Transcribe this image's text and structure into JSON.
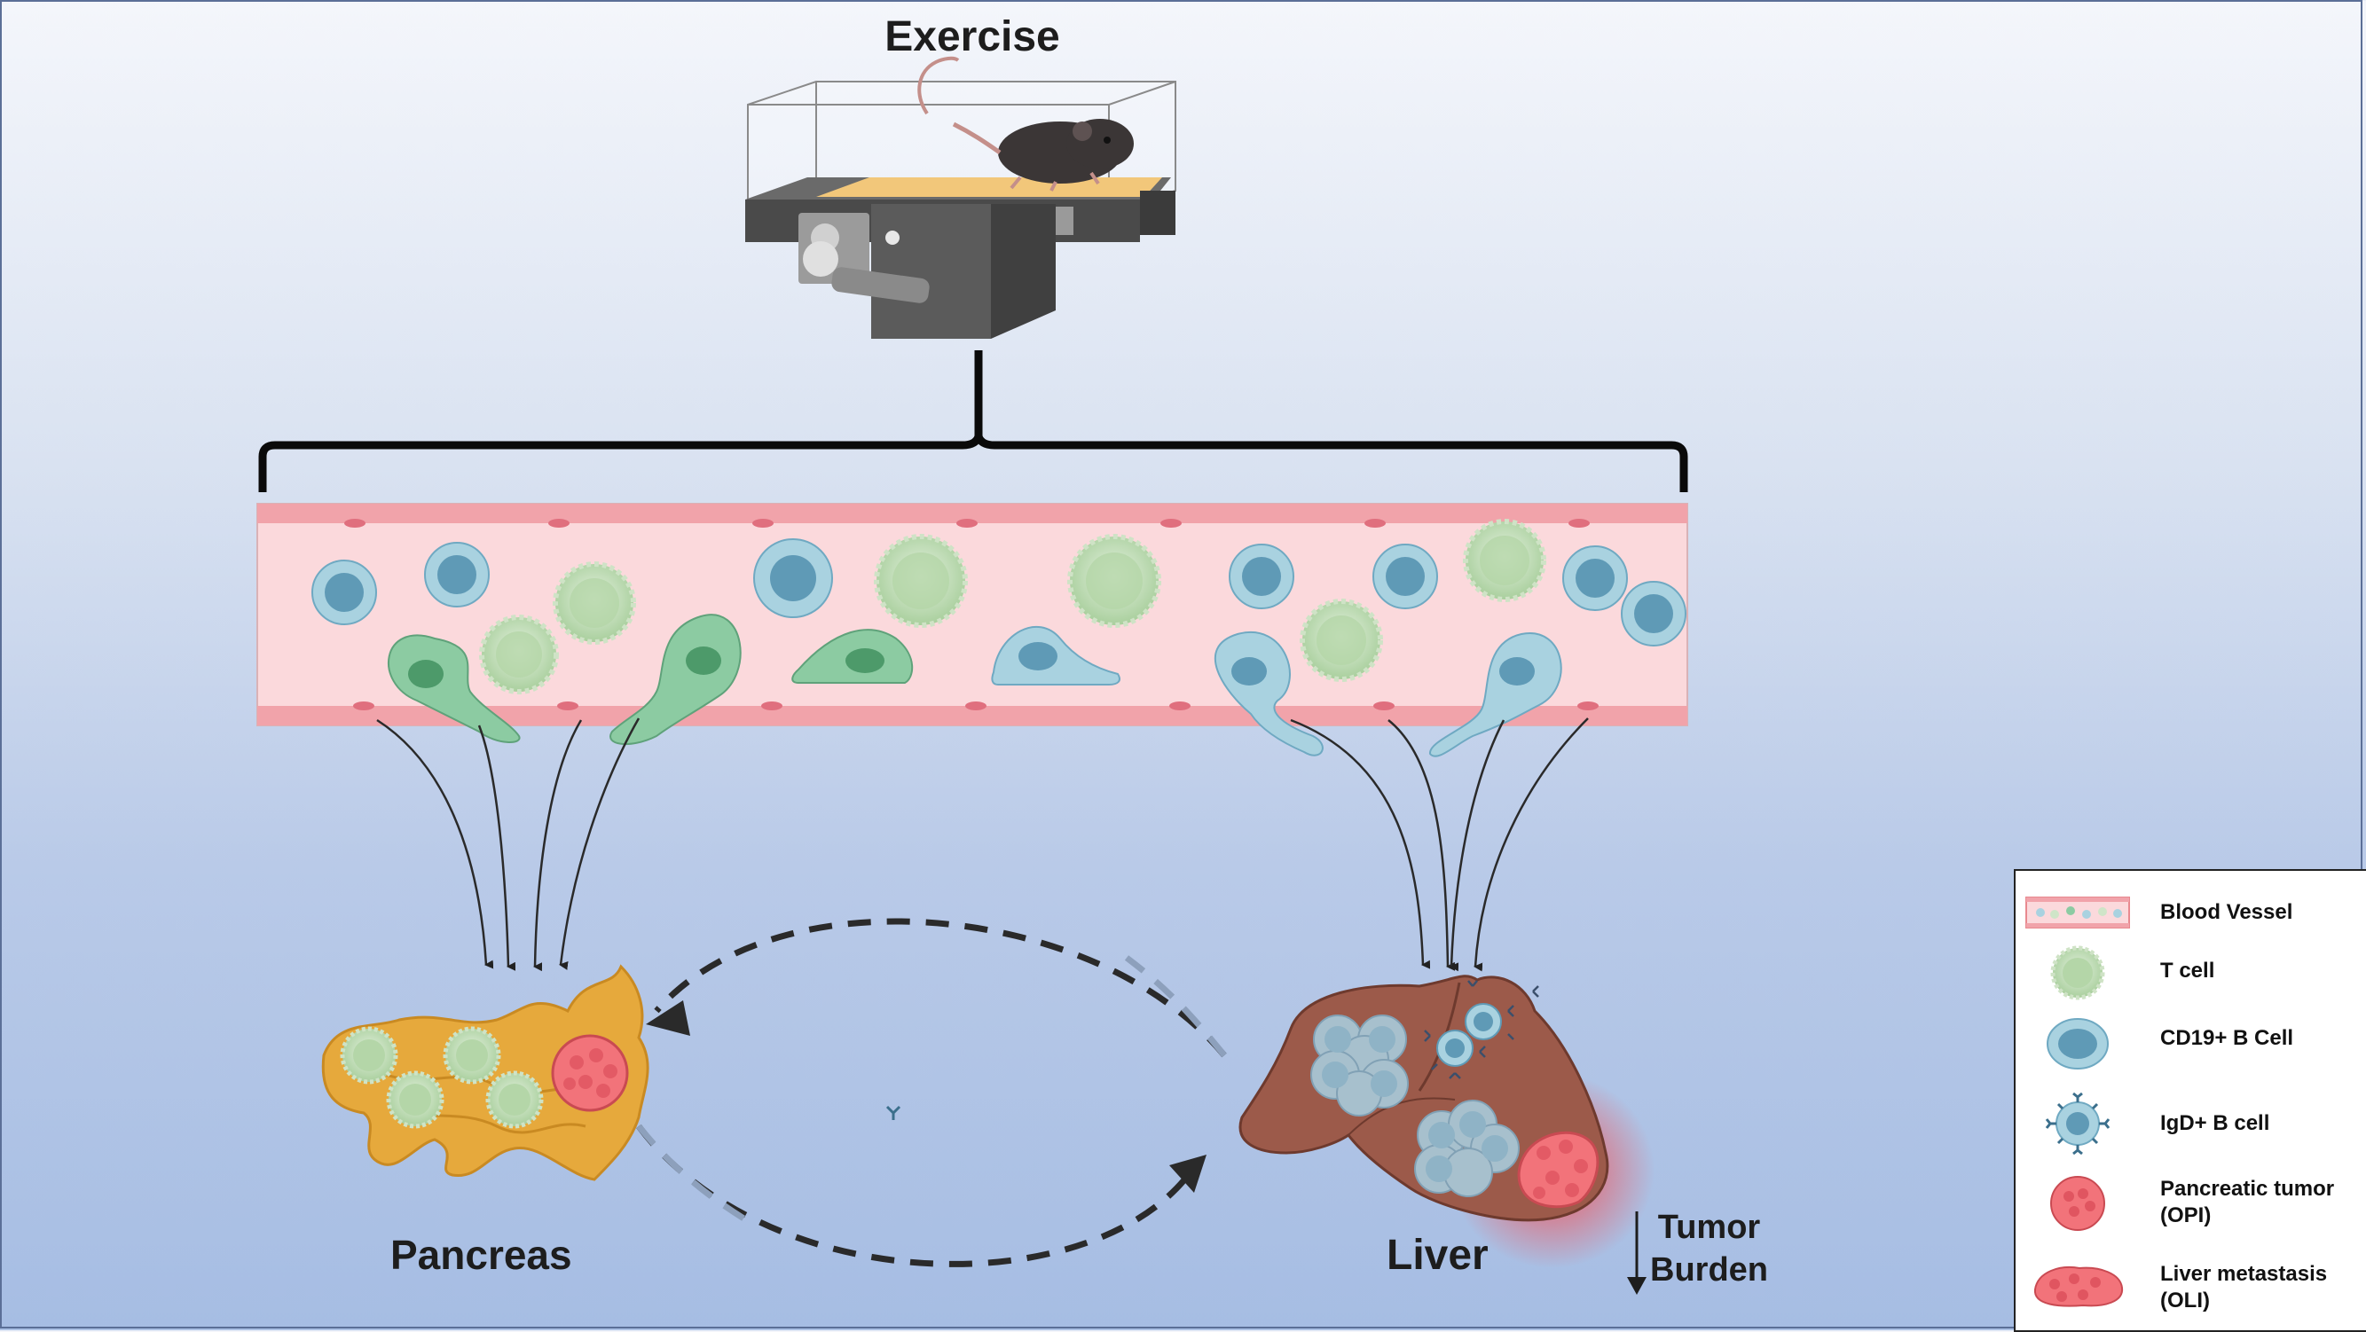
{
  "title": "Exercise",
  "organs": {
    "pancreas": "Pancreas",
    "liver": "Liver"
  },
  "outcome": {
    "line1": "Tumor",
    "line2": "Burden"
  },
  "legend": {
    "items": [
      {
        "label": "Blood Vessel",
        "icon": "blood-vessel-icon"
      },
      {
        "label": "T cell",
        "icon": "t-cell-icon"
      },
      {
        "label": "CD19+ B Cell",
        "icon": "cd19-b-cell-icon"
      },
      {
        "label": "IgD+ B cell",
        "icon": "igd-b-cell-icon"
      },
      {
        "label": "Pancreatic tumor\n(OPI)",
        "icon": "pancreatic-tumor-icon"
      },
      {
        "label": "Liver metastasis\n(OLI)",
        "icon": "liver-metastasis-icon"
      }
    ]
  },
  "colors": {
    "vessel_wall": "#e8898f",
    "vessel_lumen": "#fbd9dc",
    "t_cell": "#cfe5c8",
    "b_cell": "#a9d2e0",
    "b_cell_nucleus": "#5f9ab6",
    "macrophage_green": "#8ccba2",
    "pancreas": "#e6a93c",
    "liver": "#9c5a4a",
    "tumor": "#f2737a"
  }
}
